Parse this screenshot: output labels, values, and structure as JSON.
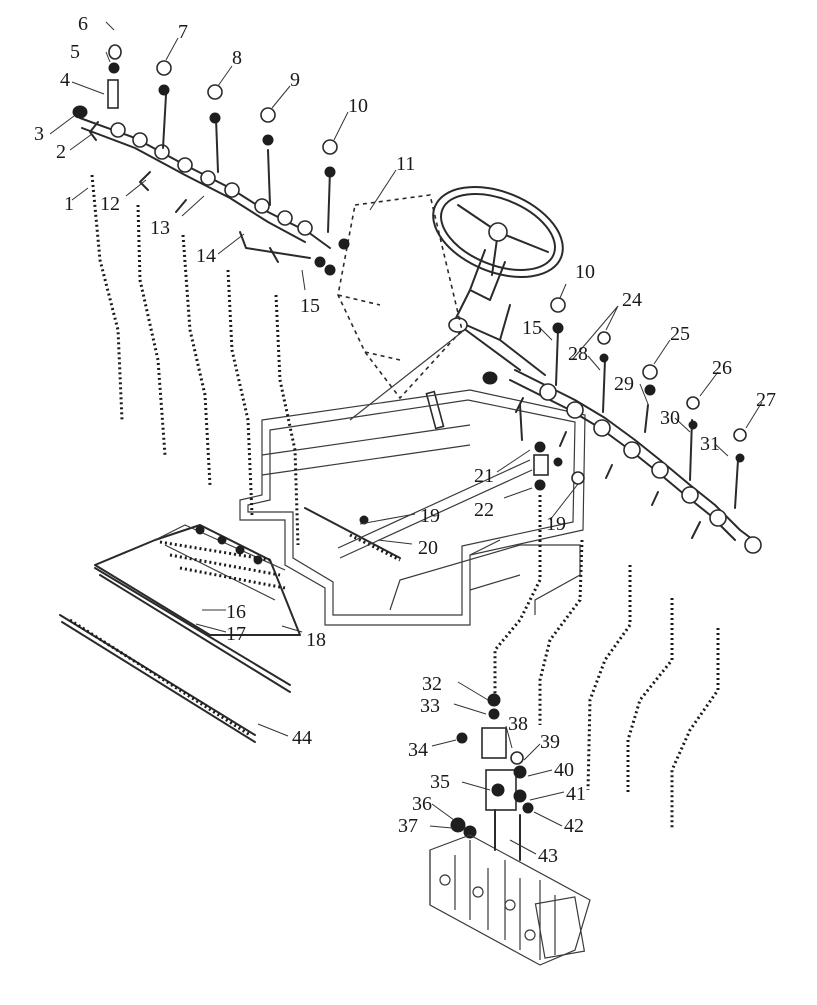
{
  "figure": {
    "callouts": [
      {
        "id": "6",
        "text": "6"
      },
      {
        "id": "5",
        "text": "5"
      },
      {
        "id": "4",
        "text": "4"
      },
      {
        "id": "3",
        "text": "3"
      },
      {
        "id": "2",
        "text": "2"
      },
      {
        "id": "1",
        "text": "1"
      },
      {
        "id": "12",
        "text": "12"
      },
      {
        "id": "7",
        "text": "7"
      },
      {
        "id": "8",
        "text": "8"
      },
      {
        "id": "9",
        "text": "9"
      },
      {
        "id": "10a",
        "text": "10"
      },
      {
        "id": "11",
        "text": "11"
      },
      {
        "id": "13",
        "text": "13"
      },
      {
        "id": "14",
        "text": "14"
      },
      {
        "id": "15a",
        "text": "15"
      },
      {
        "id": "10b",
        "text": "10"
      },
      {
        "id": "15b",
        "text": "15"
      },
      {
        "id": "24",
        "text": "24"
      },
      {
        "id": "28",
        "text": "28"
      },
      {
        "id": "25",
        "text": "25"
      },
      {
        "id": "26",
        "text": "26"
      },
      {
        "id": "29",
        "text": "29"
      },
      {
        "id": "27",
        "text": "27"
      },
      {
        "id": "30",
        "text": "30"
      },
      {
        "id": "31",
        "text": "31"
      },
      {
        "id": "21",
        "text": "21"
      },
      {
        "id": "22",
        "text": "22"
      },
      {
        "id": "19a",
        "text": "19"
      },
      {
        "id": "19b",
        "text": "19"
      },
      {
        "id": "20",
        "text": "20"
      },
      {
        "id": "16",
        "text": "16"
      },
      {
        "id": "17",
        "text": "17"
      },
      {
        "id": "18",
        "text": "18"
      },
      {
        "id": "44",
        "text": "44"
      },
      {
        "id": "32",
        "text": "32"
      },
      {
        "id": "33",
        "text": "33"
      },
      {
        "id": "38",
        "text": "38"
      },
      {
        "id": "34",
        "text": "34"
      },
      {
        "id": "39",
        "text": "39"
      },
      {
        "id": "40",
        "text": "40"
      },
      {
        "id": "35",
        "text": "35"
      },
      {
        "id": "41",
        "text": "41"
      },
      {
        "id": "36",
        "text": "36"
      },
      {
        "id": "42",
        "text": "42"
      },
      {
        "id": "37",
        "text": "37"
      },
      {
        "id": "43",
        "text": "43"
      }
    ]
  }
}
